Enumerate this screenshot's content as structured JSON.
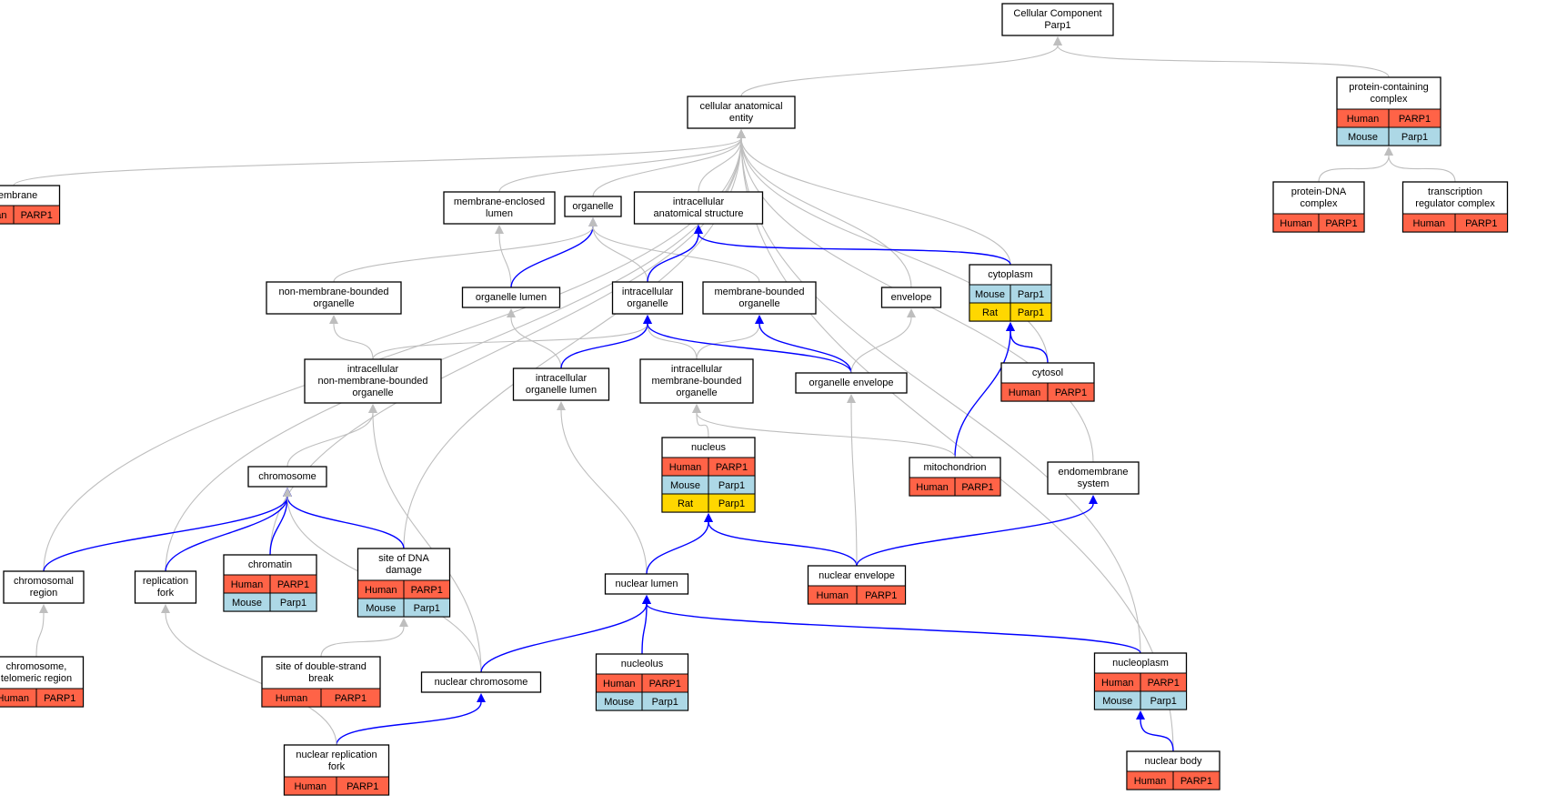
{
  "colors": {
    "human": "#ff6347",
    "mouse": "#add8e6",
    "rat": "#ffd700",
    "plain_edge": "#bebebe",
    "highlight_edge": "#0000ff",
    "node_fill": "#ffffff",
    "node_border": "#000000"
  },
  "nodes": [
    {
      "id": "root",
      "lines": [
        "Cellular Component",
        "Parp1"
      ],
      "genes": []
    },
    {
      "id": "cae",
      "lines": [
        "cellular anatomical",
        "entity"
      ],
      "genes": []
    },
    {
      "id": "pcc",
      "lines": [
        "protein-containing",
        "complex"
      ],
      "genes": [
        [
          "Human",
          "PARP1"
        ],
        [
          "Mouse",
          "Parp1"
        ]
      ]
    },
    {
      "id": "membrane",
      "lines": [
        "membrane"
      ],
      "genes": [
        [
          "Human",
          "PARP1"
        ]
      ]
    },
    {
      "id": "mel",
      "lines": [
        "membrane-enclosed",
        "lumen"
      ],
      "genes": []
    },
    {
      "id": "organelle",
      "lines": [
        "organelle"
      ],
      "genes": []
    },
    {
      "id": "ias",
      "lines": [
        "intracellular",
        "anatomical structure"
      ],
      "genes": []
    },
    {
      "id": "pdna",
      "lines": [
        "protein-DNA",
        "complex"
      ],
      "genes": [
        [
          "Human",
          "PARP1"
        ]
      ]
    },
    {
      "id": "trc",
      "lines": [
        "transcription",
        "regulator complex"
      ],
      "genes": [
        [
          "Human",
          "PARP1"
        ]
      ]
    },
    {
      "id": "nmbo",
      "lines": [
        "non-membrane-bounded",
        "organelle"
      ],
      "genes": []
    },
    {
      "id": "olumen",
      "lines": [
        "organelle lumen"
      ],
      "genes": []
    },
    {
      "id": "io",
      "lines": [
        "intracellular",
        "organelle"
      ],
      "genes": []
    },
    {
      "id": "mbo",
      "lines": [
        "membrane-bounded",
        "organelle"
      ],
      "genes": []
    },
    {
      "id": "envelope",
      "lines": [
        "envelope"
      ],
      "genes": []
    },
    {
      "id": "cytoplasm",
      "lines": [
        "cytoplasm"
      ],
      "genes": [
        [
          "Mouse",
          "Parp1"
        ],
        [
          "Rat",
          "Parp1"
        ]
      ]
    },
    {
      "id": "inmbo",
      "lines": [
        "intracellular",
        "non-membrane-bounded",
        "organelle"
      ],
      "genes": []
    },
    {
      "id": "iol",
      "lines": [
        "intracellular",
        "organelle lumen"
      ],
      "genes": []
    },
    {
      "id": "imbo",
      "lines": [
        "intracellular",
        "membrane-bounded",
        "organelle"
      ],
      "genes": []
    },
    {
      "id": "oenv",
      "lines": [
        "organelle envelope"
      ],
      "genes": []
    },
    {
      "id": "cytosol",
      "lines": [
        "cytosol"
      ],
      "genes": [
        [
          "Human",
          "PARP1"
        ]
      ]
    },
    {
      "id": "nucleus",
      "lines": [
        "nucleus"
      ],
      "genes": [
        [
          "Human",
          "PARP1"
        ],
        [
          "Mouse",
          "Parp1"
        ],
        [
          "Rat",
          "Parp1"
        ]
      ]
    },
    {
      "id": "mito",
      "lines": [
        "mitochondrion"
      ],
      "genes": [
        [
          "Human",
          "PARP1"
        ]
      ]
    },
    {
      "id": "endo",
      "lines": [
        "endomembrane",
        "system"
      ],
      "genes": []
    },
    {
      "id": "chromosome",
      "lines": [
        "chromosome"
      ],
      "genes": []
    },
    {
      "id": "chromatin",
      "lines": [
        "chromatin"
      ],
      "genes": [
        [
          "Human",
          "PARP1"
        ],
        [
          "Mouse",
          "Parp1"
        ]
      ]
    },
    {
      "id": "sdd",
      "lines": [
        "site of DNA",
        "damage"
      ],
      "genes": [
        [
          "Human",
          "PARP1"
        ],
        [
          "Mouse",
          "Parp1"
        ]
      ]
    },
    {
      "id": "chreg",
      "lines": [
        "chromosomal",
        "region"
      ],
      "genes": []
    },
    {
      "id": "repfork",
      "lines": [
        "replication",
        "fork"
      ],
      "genes": []
    },
    {
      "id": "nlumen",
      "lines": [
        "nuclear lumen"
      ],
      "genes": []
    },
    {
      "id": "nenv",
      "lines": [
        "nuclear envelope"
      ],
      "genes": [
        [
          "Human",
          "PARP1"
        ]
      ]
    },
    {
      "id": "telo",
      "lines": [
        "chromosome,",
        "telomeric region"
      ],
      "genes": [
        [
          "Human",
          "PARP1"
        ]
      ]
    },
    {
      "id": "sdsb",
      "lines": [
        "site of double-strand",
        "break"
      ],
      "genes": [
        [
          "Human",
          "PARP1"
        ]
      ]
    },
    {
      "id": "nchrom",
      "lines": [
        "nuclear chromosome"
      ],
      "genes": []
    },
    {
      "id": "nucleolus",
      "lines": [
        "nucleolus"
      ],
      "genes": [
        [
          "Human",
          "PARP1"
        ],
        [
          "Mouse",
          "Parp1"
        ]
      ]
    },
    {
      "id": "nucleoplasm",
      "lines": [
        "nucleoplasm"
      ],
      "genes": [
        [
          "Human",
          "PARP1"
        ],
        [
          "Mouse",
          "Parp1"
        ]
      ]
    },
    {
      "id": "nrf",
      "lines": [
        "nuclear replication",
        "fork"
      ],
      "genes": [
        [
          "Human",
          "PARP1"
        ]
      ]
    },
    {
      "id": "nbody",
      "lines": [
        "nuclear body"
      ],
      "genes": [
        [
          "Human",
          "PARP1"
        ]
      ]
    }
  ],
  "edges": [
    {
      "from": "cae",
      "to": "root",
      "highlight": false
    },
    {
      "from": "pcc",
      "to": "root",
      "highlight": false
    },
    {
      "from": "membrane",
      "to": "cae",
      "highlight": false
    },
    {
      "from": "mel",
      "to": "cae",
      "highlight": false
    },
    {
      "from": "organelle",
      "to": "cae",
      "highlight": false
    },
    {
      "from": "ias",
      "to": "cae",
      "highlight": false
    },
    {
      "from": "envelope",
      "to": "cae",
      "highlight": false
    },
    {
      "from": "cytoplasm",
      "to": "cae",
      "highlight": false
    },
    {
      "from": "cytosol",
      "to": "cae",
      "highlight": false
    },
    {
      "from": "endo",
      "to": "cae",
      "highlight": false
    },
    {
      "from": "nucleoplasm",
      "to": "cae",
      "highlight": false
    },
    {
      "from": "nbody",
      "to": "cae",
      "highlight": false
    },
    {
      "from": "chreg",
      "to": "cae",
      "highlight": false
    },
    {
      "from": "repfork",
      "to": "cae",
      "highlight": false
    },
    {
      "from": "chromatin",
      "to": "cae",
      "highlight": false
    },
    {
      "from": "sdd",
      "to": "cae",
      "highlight": false
    },
    {
      "from": "pdna",
      "to": "pcc",
      "highlight": false
    },
    {
      "from": "trc",
      "to": "pcc",
      "highlight": false
    },
    {
      "from": "olumen",
      "to": "mel",
      "highlight": false
    },
    {
      "from": "olumen",
      "to": "organelle",
      "highlight": true
    },
    {
      "from": "nmbo",
      "to": "organelle",
      "highlight": false
    },
    {
      "from": "io",
      "to": "organelle",
      "highlight": false
    },
    {
      "from": "mbo",
      "to": "organelle",
      "highlight": false
    },
    {
      "from": "io",
      "to": "ias",
      "highlight": true
    },
    {
      "from": "cytoplasm",
      "to": "ias",
      "highlight": true
    },
    {
      "from": "inmbo",
      "to": "nmbo",
      "highlight": false
    },
    {
      "from": "inmbo",
      "to": "io",
      "highlight": false
    },
    {
      "from": "iol",
      "to": "olumen",
      "highlight": false
    },
    {
      "from": "iol",
      "to": "io",
      "highlight": true
    },
    {
      "from": "imbo",
      "to": "io",
      "highlight": false
    },
    {
      "from": "imbo",
      "to": "mbo",
      "highlight": false
    },
    {
      "from": "oenv",
      "to": "io",
      "highlight": true
    },
    {
      "from": "oenv",
      "to": "mbo",
      "highlight": true
    },
    {
      "from": "oenv",
      "to": "envelope",
      "highlight": false
    },
    {
      "from": "cytosol",
      "to": "cytoplasm",
      "highlight": true
    },
    {
      "from": "mito",
      "to": "cytoplasm",
      "highlight": true
    },
    {
      "from": "nucleus",
      "to": "imbo",
      "highlight": false
    },
    {
      "from": "mito",
      "to": "imbo",
      "highlight": false
    },
    {
      "from": "chromosome",
      "to": "inmbo",
      "highlight": false
    },
    {
      "from": "nchrom",
      "to": "inmbo",
      "highlight": false
    },
    {
      "from": "nlumen",
      "to": "iol",
      "highlight": false
    },
    {
      "from": "chreg",
      "to": "chromosome",
      "highlight": true
    },
    {
      "from": "repfork",
      "to": "chromosome",
      "highlight": true
    },
    {
      "from": "chromatin",
      "to": "chromosome",
      "highlight": true
    },
    {
      "from": "sdd",
      "to": "chromosome",
      "highlight": true
    },
    {
      "from": "nchrom",
      "to": "chromosome",
      "highlight": false
    },
    {
      "from": "nlumen",
      "to": "nucleus",
      "highlight": true
    },
    {
      "from": "nenv",
      "to": "nucleus",
      "highlight": true
    },
    {
      "from": "nenv",
      "to": "oenv",
      "highlight": false
    },
    {
      "from": "nenv",
      "to": "endo",
      "highlight": true
    },
    {
      "from": "telo",
      "to": "chreg",
      "highlight": false
    },
    {
      "from": "sdsb",
      "to": "sdd",
      "highlight": false
    },
    {
      "from": "nchrom",
      "to": "nlumen",
      "highlight": true
    },
    {
      "from": "nucleolus",
      "to": "nlumen",
      "highlight": true
    },
    {
      "from": "nucleoplasm",
      "to": "nlumen",
      "highlight": true
    },
    {
      "from": "nrf",
      "to": "nchrom",
      "highlight": true
    },
    {
      "from": "nrf",
      "to": "repfork",
      "highlight": false
    },
    {
      "from": "nbody",
      "to": "nucleoplasm",
      "highlight": true
    }
  ]
}
